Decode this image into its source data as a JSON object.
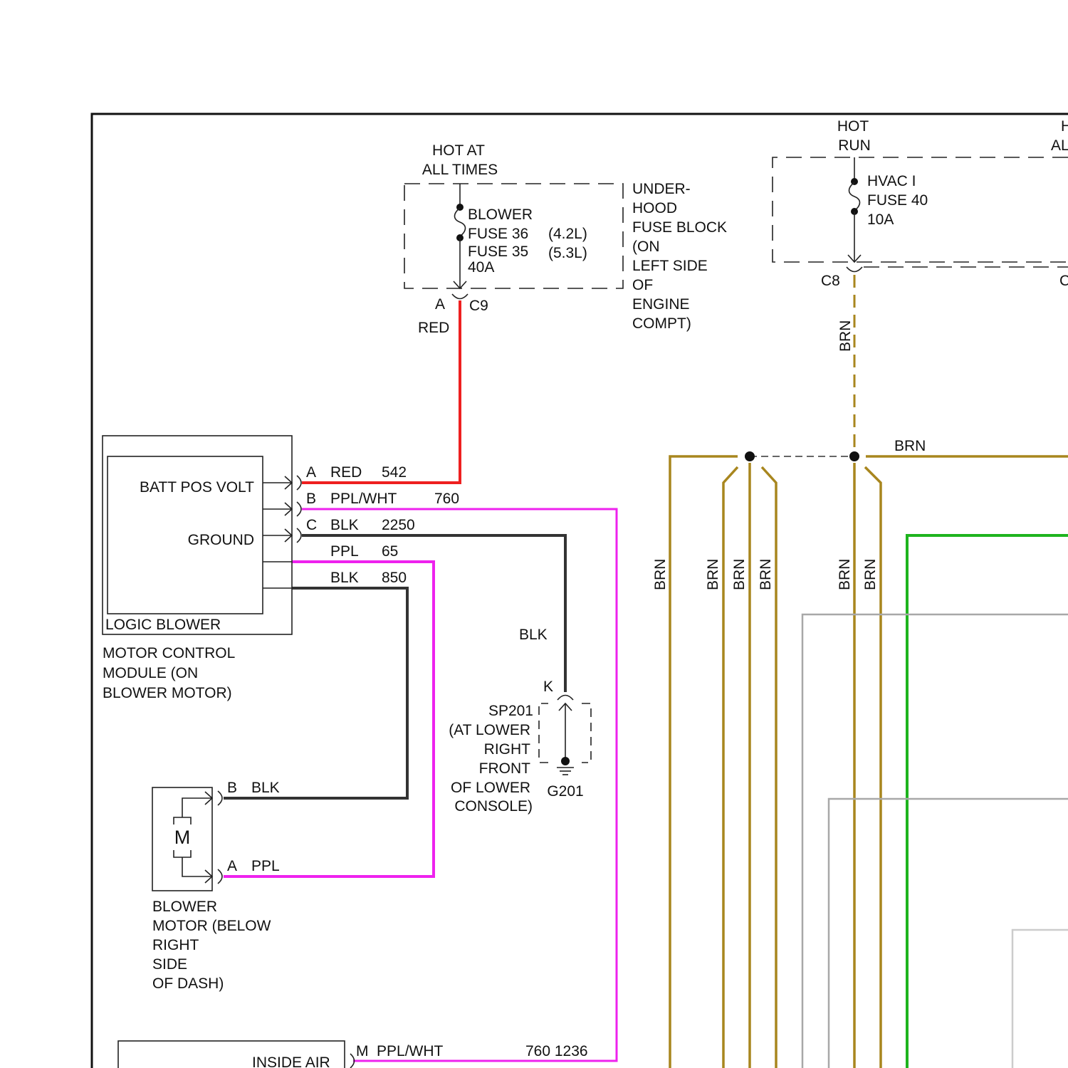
{
  "colors": {
    "red": "#ee2020",
    "pink": "#ee22ee",
    "black": "#333333",
    "brown": "#a8861e",
    "green": "#1eb41e",
    "gray": "#a8a8a8",
    "lightgray": "#cccccc"
  },
  "fuse_block_1": {
    "hot_line1": "HOT AT",
    "hot_line2": "ALL TIMES",
    "fuse_name": "BLOWER",
    "fuse_36": "FUSE 36",
    "fuse_35": "FUSE 35",
    "rating": "40A",
    "variant_42": "(4.2L)",
    "variant_53": "(5.3L)",
    "location": [
      "UNDER-",
      "HOOD",
      "FUSE BLOCK",
      "(ON",
      "LEFT SIDE",
      "OF",
      "ENGINE",
      "COMPT)"
    ],
    "pin": "A",
    "connector": "C9",
    "wire_color": "RED"
  },
  "fuse_block_2": {
    "hot_line1": "HOT",
    "hot_line2": "RUN",
    "fuse_name": "HVAC I",
    "fuse_number": "FUSE 40",
    "rating": "10A",
    "connector": "C8",
    "partial_hot_line1": "H",
    "partial_hot_line2": "AL",
    "partial_connector": "C"
  },
  "module": {
    "label_batt": "BATT POS VOLT",
    "label_ground": "GROUND",
    "label_logic": "LOGIC BLOWER",
    "caption": [
      "MOTOR CONTROL",
      "MODULE (ON",
      "BLOWER MOTOR)"
    ]
  },
  "module_pins": [
    {
      "pin": "A",
      "color": "RED",
      "circuit": "542"
    },
    {
      "pin": "B",
      "color": "PPL/WHT",
      "circuit": "760"
    },
    {
      "pin": "C",
      "color": "BLK",
      "circuit": "2250"
    },
    {
      "pin": "",
      "color": "PPL",
      "circuit": "65"
    },
    {
      "pin": "",
      "color": "BLK",
      "circuit": "850"
    }
  ],
  "ground": {
    "wire_label": "BLK",
    "pin": "K",
    "splice": [
      "SP201",
      "(AT LOWER",
      "RIGHT",
      "FRONT",
      "OF LOWER",
      "CONSOLE)"
    ],
    "ground_id": "G201"
  },
  "blower_motor": {
    "symbol": "M",
    "pin_b": "B",
    "pin_b_color": "BLK",
    "pin_a": "A",
    "pin_a_color": "PPL",
    "caption": [
      "BLOWER",
      "MOTOR (BELOW",
      "RIGHT",
      "SIDE",
      "OF DASH)"
    ]
  },
  "inside_air": {
    "label": "INSIDE AIR",
    "pin": "M",
    "color": "PPL/WHT",
    "circuits": "760 1236"
  },
  "brn_wires": {
    "vertical_label": "BRN",
    "horizontal_label": "BRN"
  }
}
